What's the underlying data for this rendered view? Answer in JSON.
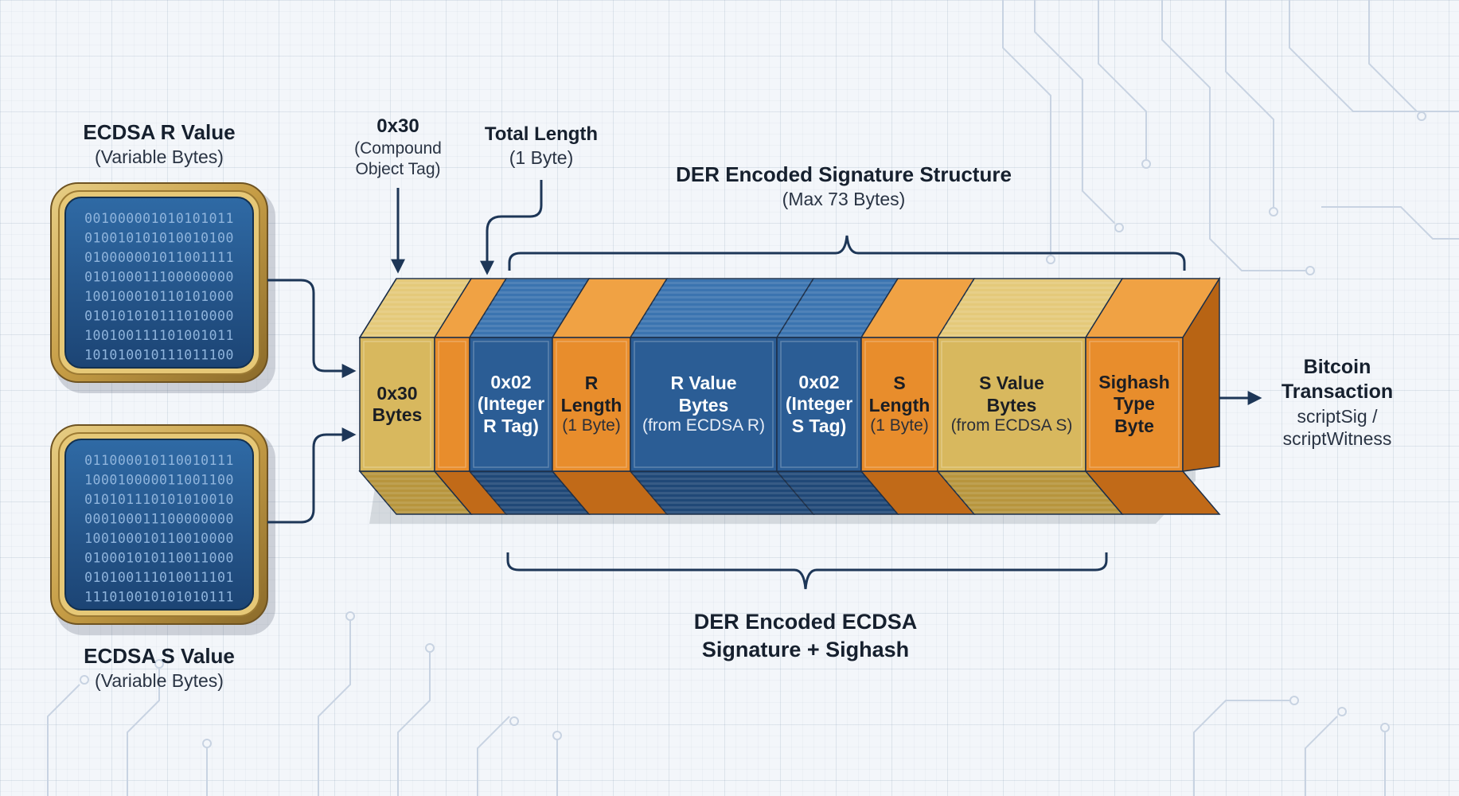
{
  "inputs": {
    "r": {
      "title": "ECDSA R Value",
      "subtitle": "(Variable Bytes)",
      "bits": [
        "001000001010101011",
        "010010101010010100",
        "010000001011001111",
        "010100011100000000",
        "100100010110101000",
        "010101010111010000",
        "100100111101001011",
        "101010010111011100"
      ]
    },
    "s": {
      "title": "ECDSA S Value",
      "subtitle": "(Variable Bytes)",
      "bits": [
        "011000010110010111",
        "100010000011001100",
        "010101110101010010",
        "000100011100000000",
        "100100010110010000",
        "010001010110011000",
        "010100111010011101",
        "111010010101010111"
      ]
    }
  },
  "annotations": {
    "tag": {
      "title": "0x30",
      "line1": "(Compound",
      "line2": "Object Tag)"
    },
    "total_length": {
      "title": "Total Length",
      "subtitle": "(1 Byte)"
    },
    "structure": {
      "title": "DER Encoded Signature Structure",
      "subtitle": "(Max 73 Bytes)"
    },
    "signature": {
      "line1": "DER Encoded ECDSA",
      "line2": "Signature + Sighash"
    },
    "output": {
      "line1": "Bitcoin",
      "line2": "Transaction",
      "line3": "scriptSig /",
      "line4": "scriptWitness"
    }
  },
  "segments": [
    {
      "id": "seq-tag",
      "lines": [
        "0x30",
        "Bytes"
      ],
      "sub": [],
      "color": "gold"
    },
    {
      "id": "total-length",
      "lines": [],
      "sub": [],
      "color": "orange"
    },
    {
      "id": "r-tag",
      "lines": [
        "0x02",
        "(Integer",
        "R Tag)"
      ],
      "sub": [],
      "color": "blue"
    },
    {
      "id": "r-length",
      "lines": [
        "R",
        "Length"
      ],
      "sub": [
        "(1 Byte)"
      ],
      "color": "orange"
    },
    {
      "id": "r-value",
      "lines": [
        "R Value",
        "Bytes"
      ],
      "sub": [
        "(from ECDSA R)"
      ],
      "color": "blue"
    },
    {
      "id": "s-tag",
      "lines": [
        "0x02",
        "(Integer",
        "S Tag)"
      ],
      "sub": [],
      "color": "blue"
    },
    {
      "id": "s-length",
      "lines": [
        "S",
        "Length"
      ],
      "sub": [
        "(1 Byte)"
      ],
      "color": "orange"
    },
    {
      "id": "s-value",
      "lines": [
        "S Value",
        "Bytes"
      ],
      "sub": [
        "(from ECDSA S)"
      ],
      "color": "gold"
    },
    {
      "id": "sighash",
      "lines": [
        "Sighash",
        "Type",
        "Byte"
      ],
      "sub": [],
      "color": "orange"
    }
  ],
  "colors": {
    "blue": "#2b5d95",
    "orange": "#e88d2c",
    "gold": "#d8b85e",
    "line": "#1d3657",
    "chipFrame": "#c59c45"
  }
}
